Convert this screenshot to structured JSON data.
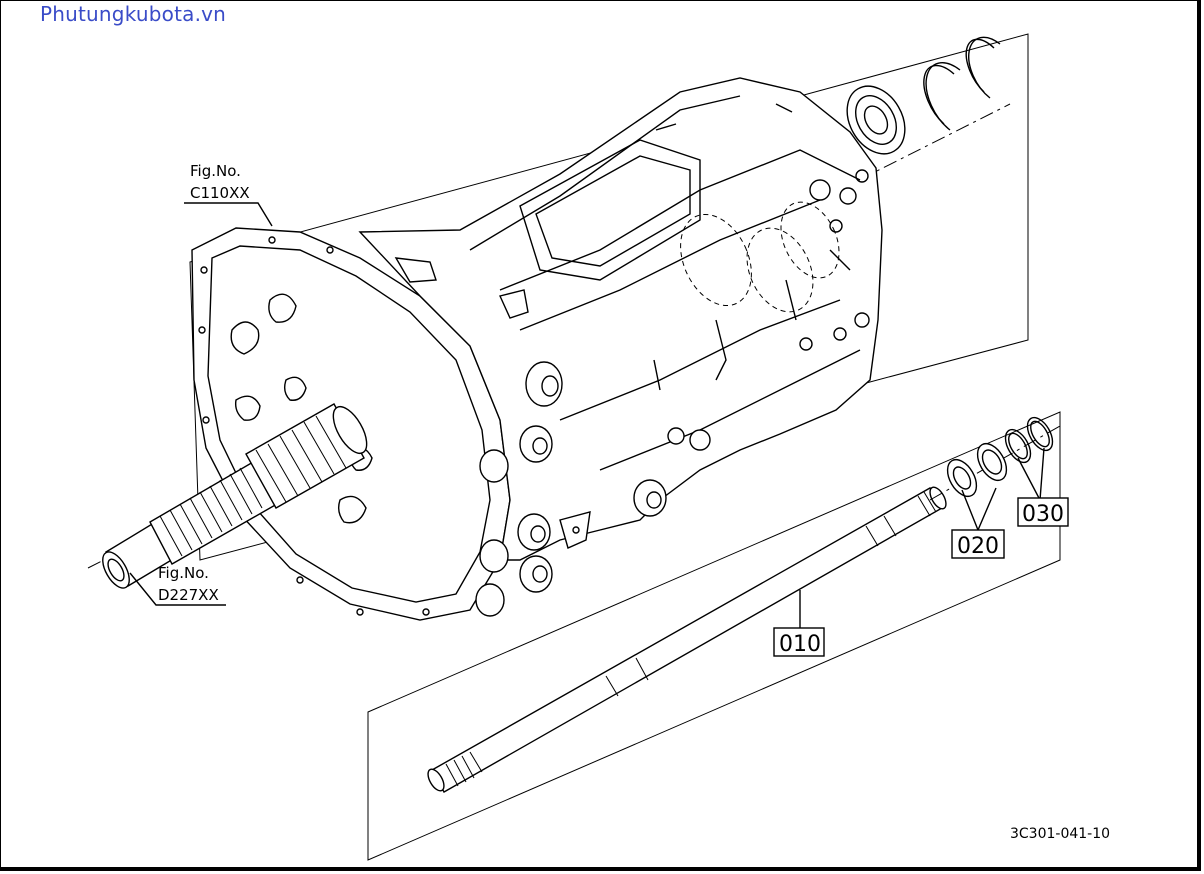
{
  "watermark": "Phutungkubota.vn",
  "references": [
    {
      "line1": "Fig.No.",
      "line2": "C110XX"
    },
    {
      "line1": "Fig.No.",
      "line2": "D227XX"
    }
  ],
  "parts": [
    {
      "number": "010"
    },
    {
      "number": "020"
    },
    {
      "number": "030"
    }
  ],
  "figure_code": "3C301-041-10",
  "colors": {
    "watermark": "#3a4cc8",
    "lines": "#000000",
    "background": "#ffffff"
  }
}
